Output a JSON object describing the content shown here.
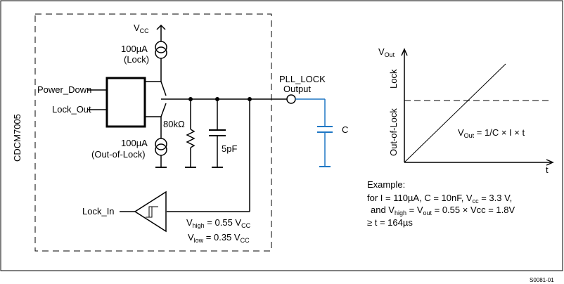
{
  "chip_name": "CDCM7005",
  "labels": {
    "vcc_main": "V",
    "vcc_sub": "CC",
    "current_lock": "100µA",
    "lock_paren": "(Lock)",
    "current_ool": "100µA",
    "ool_paren": "(Out-of-Lock)",
    "power_down": "Power_Down",
    "lock_out": "Lock_Out",
    "lock_in": "Lock_In",
    "resistor": "80kΩ",
    "cap_internal": "5pF",
    "pll_lock_1": "PLL_LOCK",
    "pll_lock_2": "Output",
    "cap_external": "C",
    "vhigh_main": "V",
    "vhigh_sub": "high",
    "vhigh_rest": " = 0.55 V",
    "vhigh_sub2": "CC",
    "vlow_main": "V",
    "vlow_sub": "low",
    "vlow_rest": " = 0.35 V",
    "vlow_sub2": "CC",
    "figure_id": "S0081-01"
  },
  "graph": {
    "y_axis_main": "V",
    "y_axis_sub": "Out",
    "x_axis": "t",
    "region_lock": "Lock",
    "region_ool": "Out-of-Lock",
    "formula_main": "V",
    "formula_sub": "Out",
    "formula_rest": " = 1/C × I × t"
  },
  "example": {
    "title": "Example:",
    "line1_a": "for I = 110µA, C = 10nF, V",
    "line1_sub": "cc",
    "line1_b": " = 3.3 V,",
    "line2_a": "and V",
    "line2_sub": "high",
    "line2_b": " = V",
    "line2_sub2": "out",
    "line2_c": " = 0.55 × Vcc = 1.8V",
    "line3": "≥  t = 164µs"
  },
  "colors": {
    "output_wire": "#1f77c4"
  }
}
